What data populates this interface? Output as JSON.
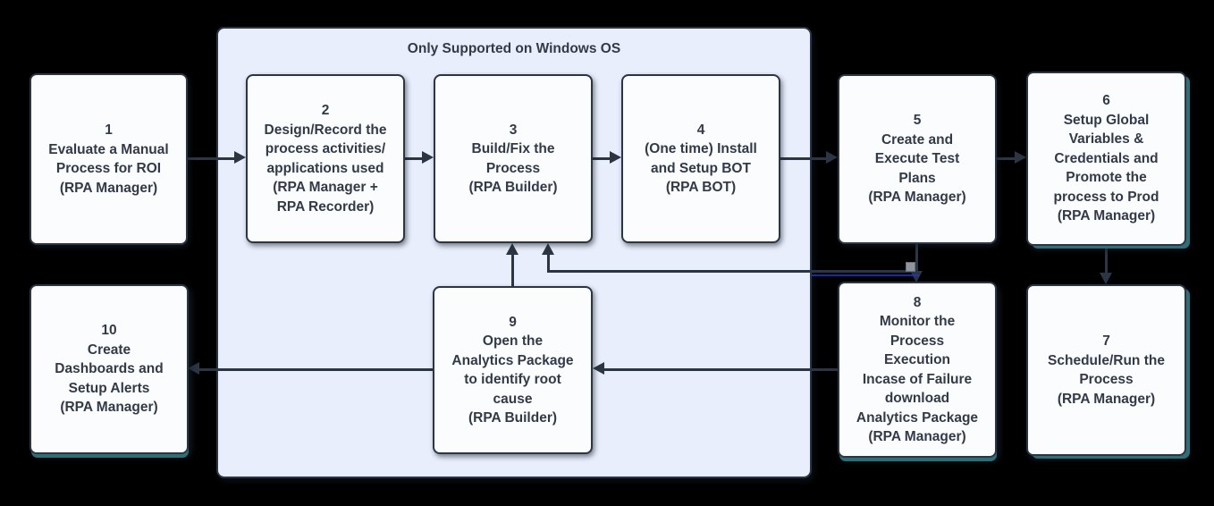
{
  "title": "Only Supported on Windows OS",
  "colors": {
    "bg": "#000000",
    "container-fill": "#e8eefb",
    "node-fill": "#fbfcfe",
    "stroke": "#2b3544",
    "text": "#333a47",
    "teal": "#2e6e74",
    "blue": "#2133cc",
    "waypoint": "#8f959e"
  },
  "boxes": [
    {
      "id": "1",
      "text": "1\nEvaluate a Manual\nProcess for ROI\n(RPA Manager)"
    },
    {
      "id": "2",
      "text": "2\nDesign/Record the\nprocess activities/\napplications used\n(RPA Manager +\nRPA Recorder)"
    },
    {
      "id": "3",
      "text": "3\nBuild/Fix the\nProcess\n(RPA Builder)"
    },
    {
      "id": "4",
      "text": "4\n(One time) Install\nand Setup BOT\n(RPA BOT)"
    },
    {
      "id": "5",
      "text": "5\nCreate and\nExecute Test\nPlans\n(RPA Manager)"
    },
    {
      "id": "6",
      "text": "6\nSetup Global\nVariables &\nCredentials and\nPromote the\nprocess to Prod\n(RPA Manager)"
    },
    {
      "id": "7",
      "text": "7\nSchedule/Run the\nProcess\n(RPA Manager)"
    },
    {
      "id": "8",
      "text": "8\nMonitor the\nProcess\nExecution\nIncase of Failure\ndownload\nAnalytics Package\n(RPA Manager)"
    },
    {
      "id": "9",
      "text": "9\nOpen the\nAnalytics Package\nto identify root\ncause\n(RPA Builder)"
    },
    {
      "id": "10",
      "text": "10\nCreate\nDashboards and\nSetup Alerts\n(RPA Manager)"
    }
  ],
  "connections": [
    {
      "from": "1",
      "to": "2"
    },
    {
      "from": "2",
      "to": "3"
    },
    {
      "from": "3",
      "to": "4"
    },
    {
      "from": "4",
      "to": "5"
    },
    {
      "from": "5",
      "to": "6"
    },
    {
      "from": "6",
      "to": "7"
    },
    {
      "from": "5",
      "to": "8"
    },
    {
      "from": "5",
      "to": "3"
    },
    {
      "from": "8",
      "to": "9"
    },
    {
      "from": "9",
      "to": "10"
    },
    {
      "from": "9",
      "to": "3"
    }
  ]
}
